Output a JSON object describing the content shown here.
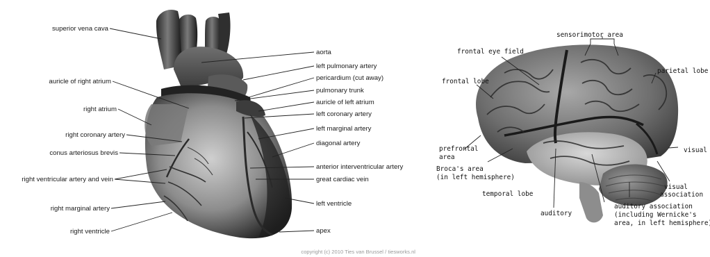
{
  "heart": {
    "labels_left": {
      "superior_vena_cava": "superior vena cava",
      "auricle_right_atrium": "auricle of right atrium",
      "right_atrium": "right atrium",
      "right_coronary_artery": "right coronary artery",
      "conus_arteriosus_brevis": "conus arteriosus brevis",
      "right_ventricular_artery_vein": "right ventricular artery and vein",
      "right_marginal_artery": "right marginal artery",
      "right_ventricle": "right ventricle"
    },
    "labels_right": {
      "aorta": "aorta",
      "left_pulmonary_artery": "left pulmonary artery",
      "pericardium": "pericardium (cut away)",
      "pulmonary_trunk": "pulmonary trunk",
      "auricle_left_atrium": "auricle of left atrium",
      "left_coronary_artery": "left coronary artery",
      "left_marginal_artery": "left marginal artery",
      "diagonal_artery": "diagonal artery",
      "anterior_interventricular_artery": "anterior interventricular artery",
      "great_cardiac_vein": "great cardiac vein",
      "left_ventricle": "left ventricle",
      "apex": "apex"
    },
    "copyright": "copyright (c) 2010 Ties van Brussel / tiesworks.nl"
  },
  "brain": {
    "labels": {
      "sensorimotor_area": "sensorimotor area",
      "frontal_eye_field": "frontal eye field",
      "parietal_lobe": "parietal lobe",
      "frontal_lobe": "frontal lobe",
      "prefrontal_1": "prefrontal",
      "prefrontal_2": "area",
      "visual": "visual",
      "brocas_1": "Broca's area",
      "brocas_2": "(in left hemisphere)",
      "visual_association_1": "visual",
      "visual_association_2": "association",
      "temporal_lobe": "temporal lobe",
      "auditory": "auditory",
      "auditory_association_1": "auditory association",
      "auditory_association_2": "(including Wernicke's",
      "auditory_association_3": "area, in left hemisphere)"
    }
  }
}
